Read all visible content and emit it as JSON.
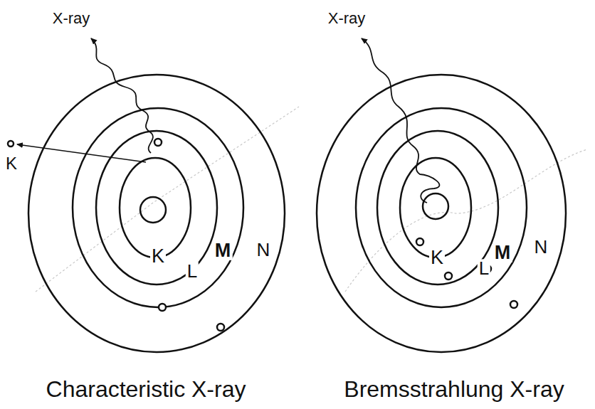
{
  "diagram": {
    "labels": [
      "X-ray",
      "K",
      "M",
      "N",
      "K",
      "L",
      "Characteristic X-ray",
      "X-ray",
      "M",
      "N",
      "K",
      "L",
      "Bremsstrahlung X-ray"
    ]
  }
}
